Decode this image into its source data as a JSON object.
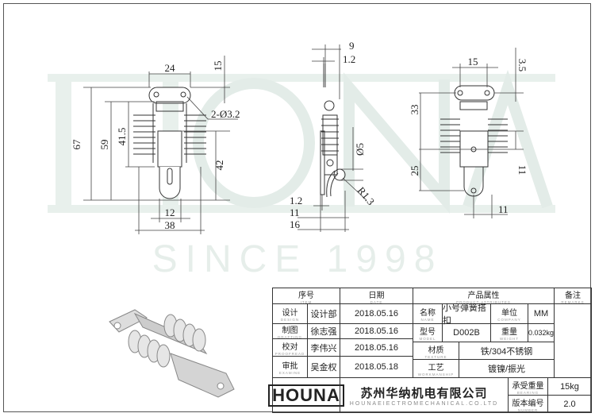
{
  "watermark": {
    "brand": "HOUNA",
    "since": "SINCE 1998"
  },
  "drawing": {
    "front": {
      "width_top": "24",
      "total_height": "67",
      "height_59": "59",
      "height_41_5": "41.5",
      "height_42": "42",
      "top_15": "15",
      "holes": "2-Ø3.2",
      "handle_width": "12",
      "overall_width": "38"
    },
    "side": {
      "d9": "9",
      "d1_2_top": "1.2",
      "dia5": "Ø5",
      "radius": "R1.3",
      "d1_2_bottom": "1.2",
      "d11": "11",
      "d16": "16"
    },
    "back": {
      "d15": "15",
      "d3_5": "3.5",
      "d33": "33",
      "d25": "25",
      "d11_right": "11",
      "d11_bottom": "11"
    }
  },
  "title_block": {
    "header": {
      "item": "序号",
      "item_en": "ITEM",
      "date": "日期",
      "date_en": "DATE",
      "attrs": "产品属性",
      "attrs_en": "PRODUCT ATTRIBUTES",
      "remarks": "备注",
      "remarks_en": "REMARKS"
    },
    "rows": [
      {
        "label": "设计",
        "label_en": "DESIGN",
        "person": "设计部",
        "date": "2018.05.16"
      },
      {
        "label": "制图",
        "label_en": "DRAFTING",
        "person": "徐志强",
        "date": "2018.05.16"
      },
      {
        "label": "校对",
        "label_en": "PROOFREAD",
        "person": "李伟兴",
        "date": "2018.05.16"
      },
      {
        "label": "审批",
        "label_en": "EXAMINE",
        "person": "吴金权",
        "date": "2018.05.18"
      }
    ],
    "attrs": {
      "name_label": "名称",
      "name_en": "NAME",
      "name": "小号弹簧搭扣",
      "unit_label": "单位",
      "unit_en": "COMPANY",
      "unit": "MM",
      "model_label": "型号",
      "model_en": "MODEL",
      "model": "D002B",
      "weight_label": "重量",
      "weight_en": "WEIGHT",
      "weight": "0.032kg",
      "texture_label": "材质",
      "texture_en": "TEXTURE",
      "texture": "铁/304不锈钢",
      "work_label": "工艺",
      "work_en": "WORKMANSHIP",
      "work": "镀镍/振光"
    },
    "logo": "HOUNA",
    "company": "苏州华纳机电有限公司",
    "company_en": "HOUNAEIECTROMECHANICAL.CO.LTD",
    "bearing_label": "承受重量",
    "bearing_en": "BEARING",
    "bearing": "15kg",
    "number_label": "版本编号",
    "number_en": "NUMBER",
    "number": "2.0"
  }
}
